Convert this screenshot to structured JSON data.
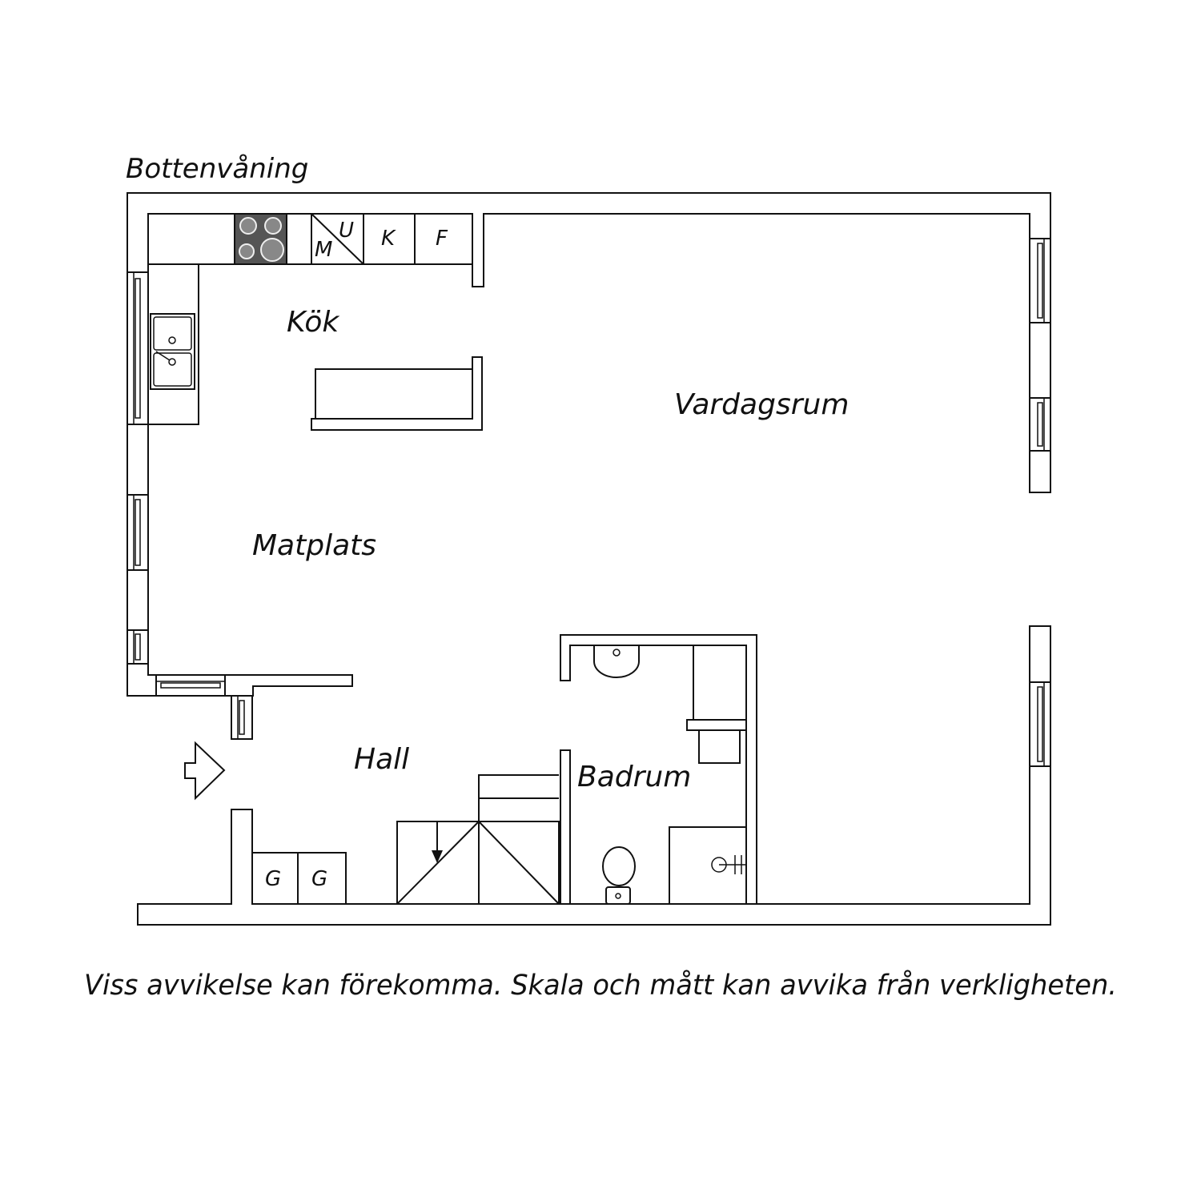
{
  "floor_title": "Bottenvåning",
  "rooms": {
    "kitchen": "Kök",
    "living_room": "Vardagsrum",
    "dining": "Matplats",
    "hall": "Hall",
    "bathroom": "Badrum"
  },
  "appliances": {
    "microwave": "M",
    "upper": "U",
    "cooler": "K",
    "freezer": "F",
    "wardrobe_1": "G",
    "wardrobe_2": "G"
  },
  "disclaimer": "Viss avvikelse kan förekomma. Skala och mått kan avvika från verkligheten."
}
